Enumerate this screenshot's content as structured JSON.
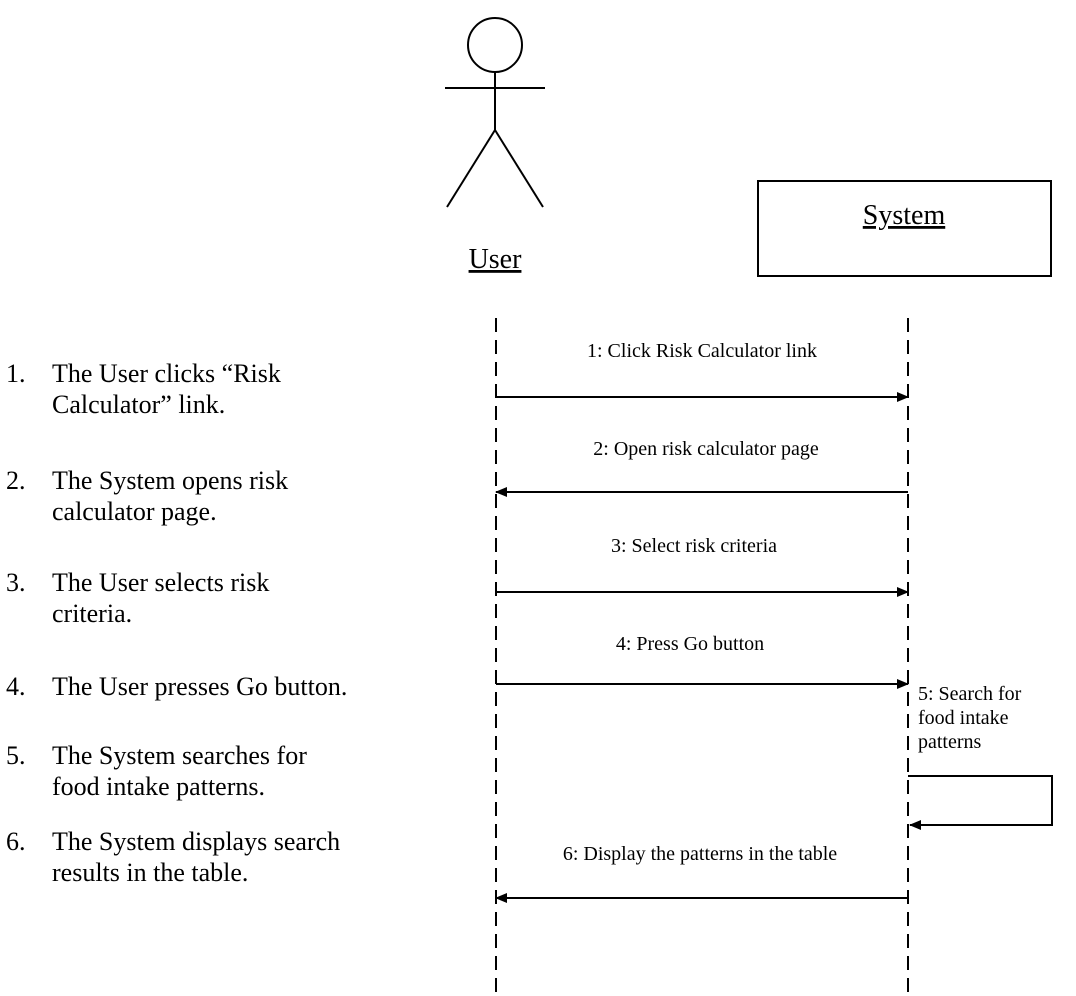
{
  "actors": {
    "user": {
      "label": "User"
    },
    "system": {
      "label": "System"
    }
  },
  "steps": [
    {
      "number": "1.",
      "text": "The User clicks “Risk\nCalculator” link."
    },
    {
      "number": "2.",
      "text": "The System opens risk\ncalculator page."
    },
    {
      "number": "3.",
      "text": "The User selects risk\ncriteria."
    },
    {
      "number": "4.",
      "text": "The User presses Go button."
    },
    {
      "number": "5.",
      "text": "The System searches for\nfood intake patterns."
    },
    {
      "number": "6.",
      "text": "The System displays search\nresults in the table."
    }
  ],
  "messages": [
    {
      "label": "1: Click Risk Calculator link",
      "from": "user",
      "to": "system"
    },
    {
      "label": "2: Open risk calculator page",
      "from": "system",
      "to": "user"
    },
    {
      "label": "3: Select risk criteria",
      "from": "user",
      "to": "system"
    },
    {
      "label": "4: Press Go button",
      "from": "user",
      "to": "system"
    },
    {
      "label": "6: Display the patterns in the table",
      "from": "system",
      "to": "user"
    }
  ],
  "self_message": {
    "lines": [
      "5: Search for",
      "food intake",
      "patterns"
    ]
  }
}
